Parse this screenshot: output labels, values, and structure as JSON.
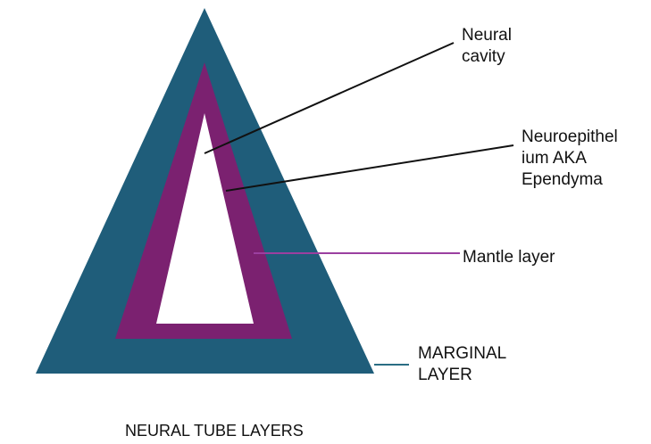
{
  "colors": {
    "marginal_layer": "#1F5D7A",
    "mantle_layer": "#7B2170",
    "neural_cavity": "#FFFFFF",
    "pointer_dark": "#111111",
    "pointer_mantle": "#9B3FA0",
    "pointer_marginal": "#2A6D84"
  },
  "labels": {
    "neural_cavity": [
      "Neural",
      "cavity"
    ],
    "neuroepithelium": [
      "Neuroepithel",
      "ium AKA",
      "Ependyma"
    ],
    "mantle_layer": [
      "Mantle layer"
    ],
    "marginal_layer": [
      "MARGINAL",
      "LAYER"
    ]
  },
  "caption": "NEURAL TUBE LAYERS"
}
